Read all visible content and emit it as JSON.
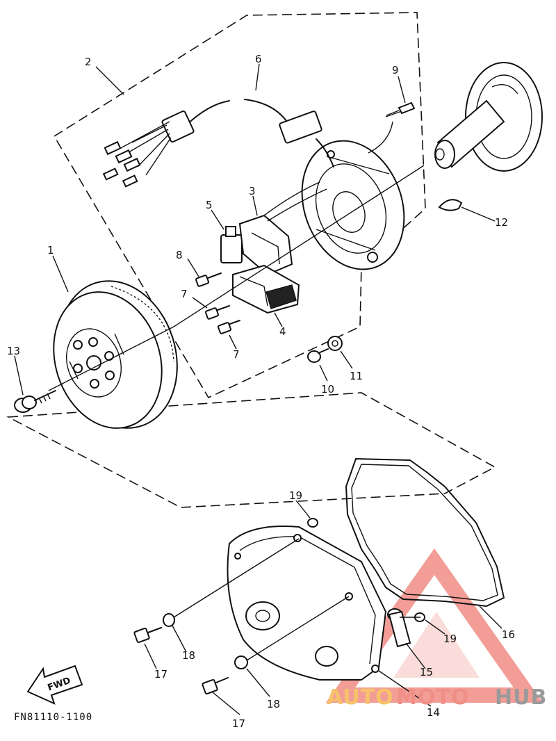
{
  "diagram": {
    "drawing_code": "FN81110-1100",
    "direction_arrow": "FWD",
    "callouts": {
      "c1": "1",
      "c2": "2",
      "c3": "3",
      "c4": "4",
      "c5": "5",
      "c6": "6",
      "c7a": "7",
      "c7b": "7",
      "c8": "8",
      "c9": "9",
      "c10": "10",
      "c11": "11",
      "c12": "12",
      "c13": "13",
      "c14": "14",
      "c15": "15",
      "c16": "16",
      "c17a": "17",
      "c17b": "17",
      "c18a": "18",
      "c18b": "18",
      "c19a": "19",
      "c19b": "19"
    }
  },
  "watermark": {
    "part1": "AUTO",
    "part2": "MOTO",
    "part3": "HUB",
    "colors": {
      "triangle": "#f08c84",
      "auto": "#f6c26a",
      "moto": "#ef8f86",
      "hub": "#9a9a9a"
    }
  }
}
